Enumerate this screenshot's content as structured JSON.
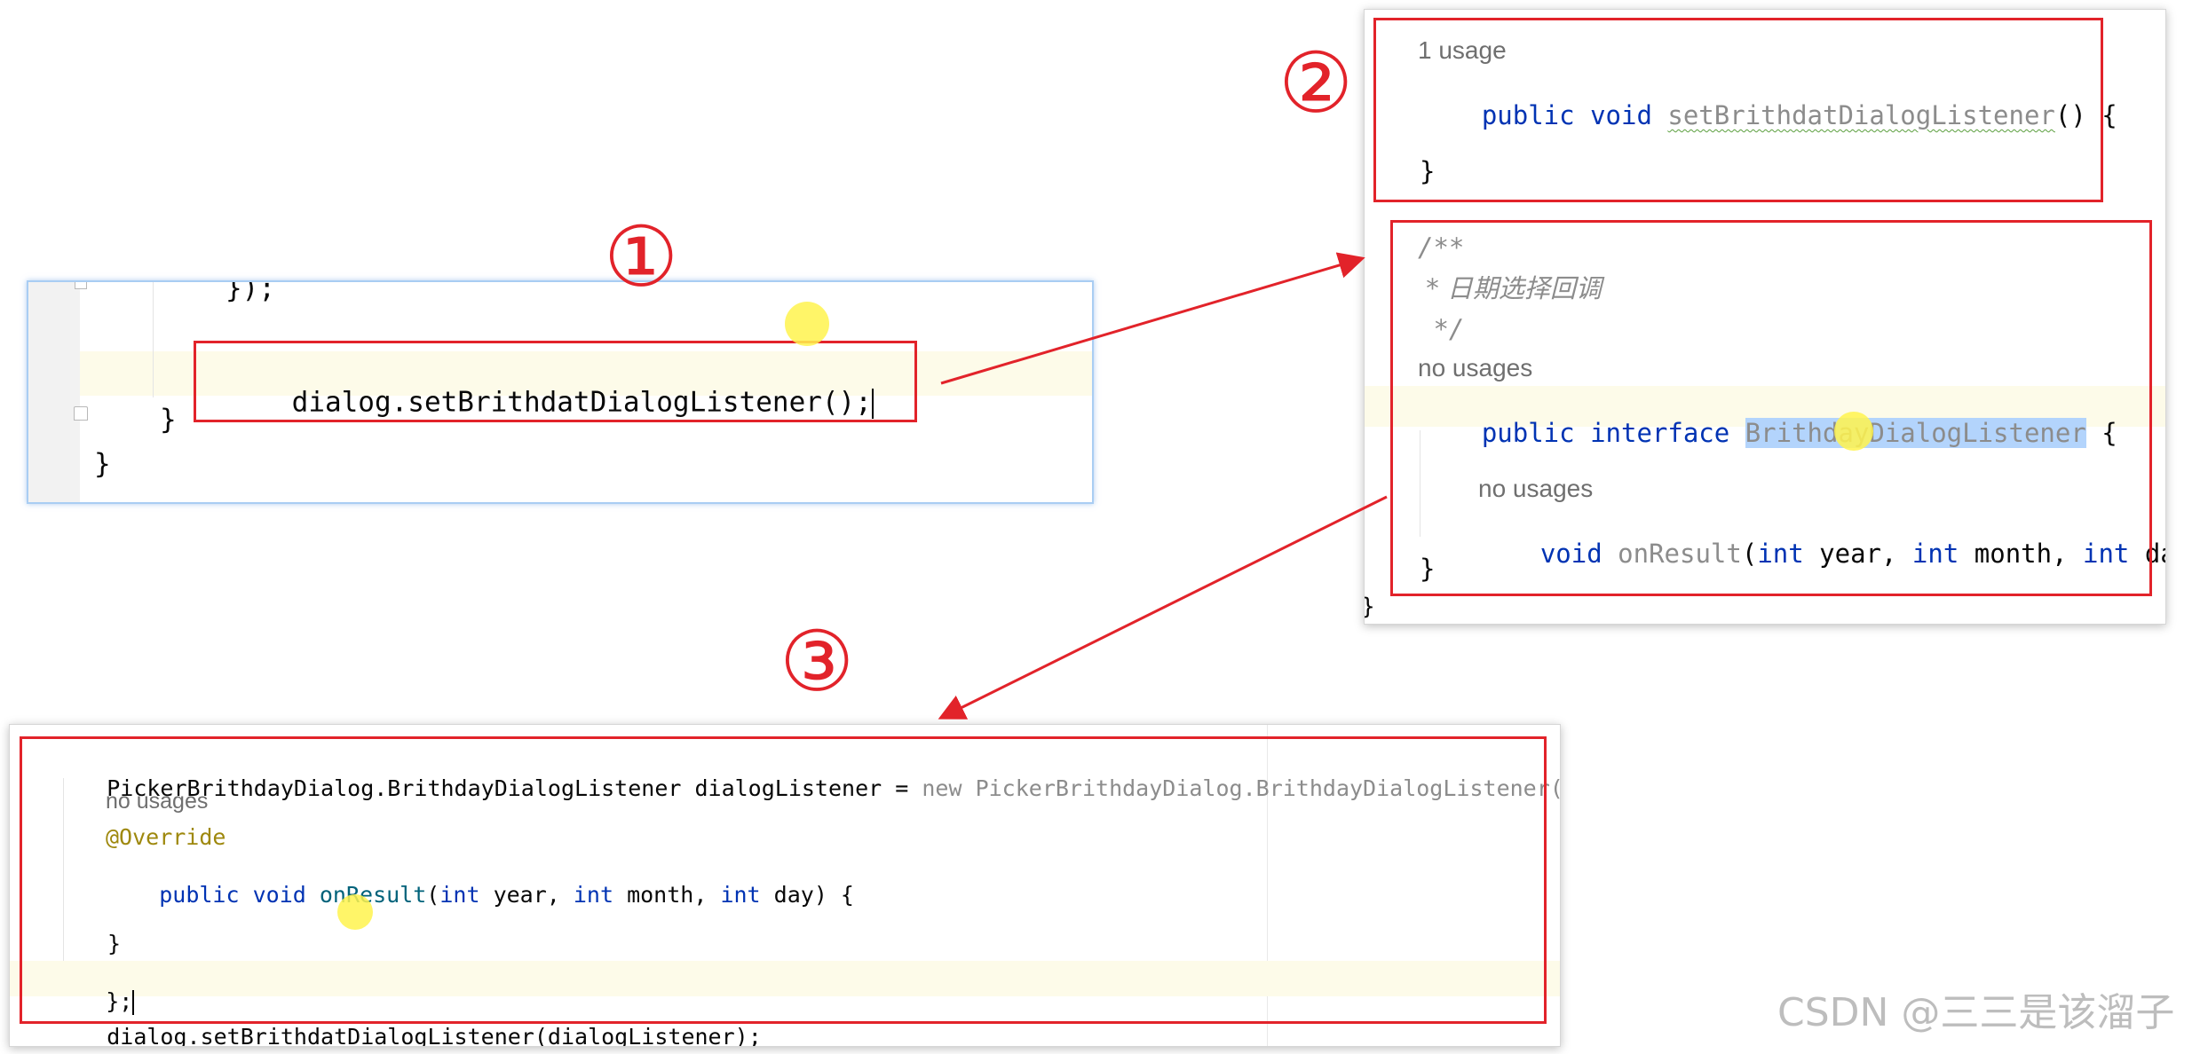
{
  "panel1": {
    "line_close_paren": "});",
    "line_call": "dialog.setBrithdatDialogListener();",
    "line_brace1": "}",
    "line_brace2": "}"
  },
  "panel2": {
    "top": {
      "usage_hint": "1 usage",
      "kw_public": "public",
      "kw_void": "void",
      "method_name": "setBrithdatDialogListener",
      "method_tail": "() {",
      "close_brace": "}"
    },
    "bottom": {
      "doc_open": "/**",
      "doc_text": " * 日期选择回调",
      "doc_close": " */",
      "usage_hint": "no usages",
      "kw_public": "public",
      "kw_interface": "interface",
      "interface_name": "BrithdayDialogListener",
      "brace_open": " {",
      "inner_usage_hint": "no usages",
      "kw_void": "void",
      "method_name": "onResult",
      "paren_open": "(",
      "kw_int1": "int",
      "param_year": " year, ",
      "kw_int2": "int",
      "param_month": " month, ",
      "kw_int3": "int",
      "param_day": " day);",
      "close_brace": "}",
      "outer_brace": "}"
    }
  },
  "panel3": {
    "decl_type": "PickerBrithdayDialog.BrithdayDialogListener dialogListener = ",
    "decl_new": "new PickerBrithdayDialog.BrithdayDialogListener() ",
    "decl_brace": "{",
    "usage_hint": "no usages",
    "annotation": "@Override",
    "kw_public": "public",
    "kw_void": "void",
    "method_name": "onResult",
    "paren_open": "(",
    "kw_int1": "int",
    "param_year": " year, ",
    "kw_int2": "int",
    "param_month": " month, ",
    "kw_int3": "int",
    "param_day": " day) {",
    "inner_close": "}",
    "outer_close": "};",
    "call_prefix": "dialog.",
    "call_method": "setBrithdatDialogListener",
    "call_args": "(dialogListener);"
  },
  "annotations": {
    "step1": "①",
    "step2": "②",
    "step3": "③"
  },
  "watermark": "CSDN @三三是该溜子",
  "colors": {
    "annotation_red": "#e2232a",
    "keyword_blue": "#0033b3",
    "selection": "#b3d4fc",
    "highlight_dot": "#fff34d"
  }
}
